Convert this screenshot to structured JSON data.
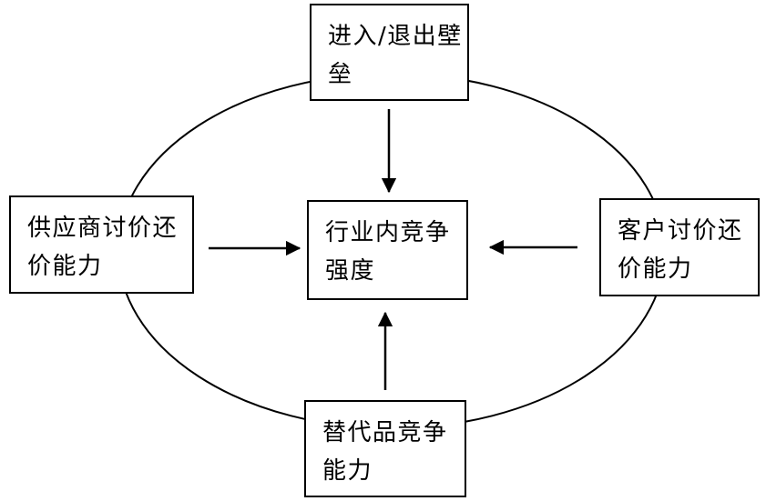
{
  "diagram": {
    "type": "five-forces-model",
    "background_color": "#ffffff",
    "line_color": "#000000",
    "box_fill_color": "#ffffff",
    "nodes": {
      "top": {
        "id": "entry-exit-barriers",
        "label": "进入/退出壁垒",
        "lines": [
          "进入/退出壁",
          "垒"
        ]
      },
      "left": {
        "id": "supplier-bargaining-power",
        "label": "供应商讨价还价能力",
        "lines": [
          "供应商讨价还",
          "价能力"
        ]
      },
      "center": {
        "id": "industry-rivalry-intensity",
        "label": "行业内竞争强度",
        "lines": [
          "行业内竞争",
          "强度"
        ]
      },
      "right": {
        "id": "customer-bargaining-power",
        "label": "客户讨价还价能力",
        "lines": [
          "客户讨价还",
          "价能力"
        ]
      },
      "bottom": {
        "id": "substitute-competition-ability",
        "label": "替代品竞争能力",
        "lines": [
          "替代品竞争",
          "能力"
        ]
      }
    },
    "edges": [
      {
        "from": "entry-exit-barriers",
        "to": "industry-rivalry-intensity",
        "direction": "down"
      },
      {
        "from": "supplier-bargaining-power",
        "to": "industry-rivalry-intensity",
        "direction": "right"
      },
      {
        "from": "customer-bargaining-power",
        "to": "industry-rivalry-intensity",
        "direction": "left"
      },
      {
        "from": "substitute-competition-ability",
        "to": "industry-rivalry-intensity",
        "direction": "up"
      }
    ]
  }
}
